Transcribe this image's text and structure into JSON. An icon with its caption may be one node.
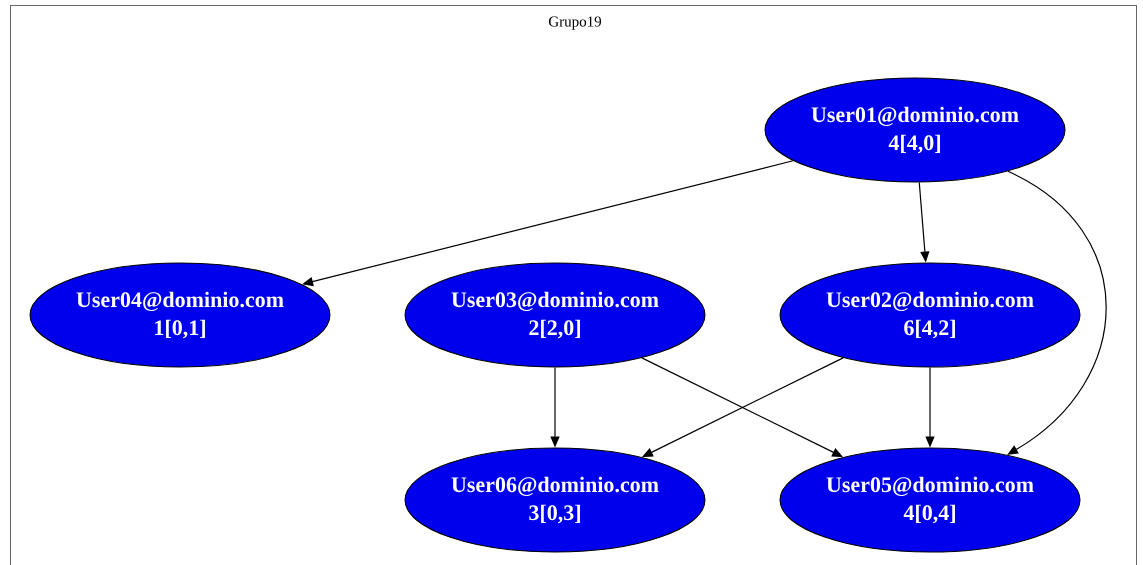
{
  "diagram": {
    "nodes": [
      {
        "text": [
          "Grupo19"
        ]
      },
      {
        "text": [
          "User01@dominio.com",
          "4[4,0]"
        ],
        "in": 0
      },
      {
        "text": [
          "User04@dominio.com",
          "1[0,1]"
        ],
        "in": 0
      },
      {
        "text": [
          "User03@dominio.com",
          "2[2,0]"
        ],
        "in": 0
      },
      {
        "text": [
          "User02@dominio.com",
          "6[4,2]"
        ],
        "in": 0
      },
      {
        "text": [
          "User06@dominio.com",
          "3[0,3]"
        ],
        "in": 0
      },
      {
        "text": [
          "User05@dominio.com",
          "4[0,4]"
        ],
        "in": 0
      }
    ],
    "edges": [
      {
        "from": 1,
        "to": 2,
        "arrow": "to"
      },
      {
        "from": 1,
        "to": 4,
        "arrow": "to"
      },
      {
        "from": 1,
        "to": 6,
        "arrow": "to"
      },
      {
        "from": 3,
        "to": 5,
        "arrow": "to"
      },
      {
        "from": 3,
        "to": 6,
        "arrow": "to"
      },
      {
        "from": 4,
        "to": 5,
        "arrow": "to"
      },
      {
        "from": 4,
        "to": 6,
        "arrow": "to"
      }
    ]
  }
}
